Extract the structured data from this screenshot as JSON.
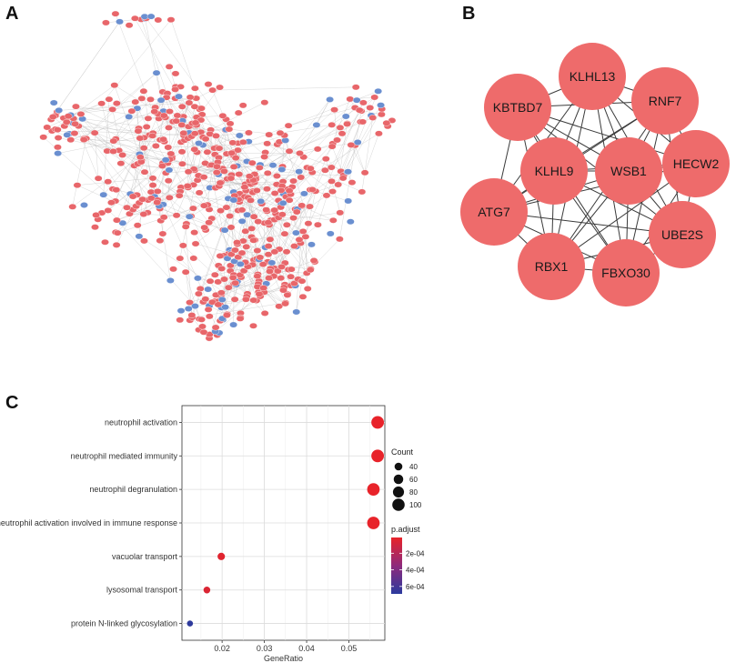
{
  "panels": {
    "a_label": "A",
    "b_label": "B",
    "c_label": "C"
  },
  "colors": {
    "up": "#e8666a",
    "down": "#6a8fd0",
    "hub": "#ee6b6b",
    "edge": "#b8b8b8",
    "hub_edge": "#3a3a3a",
    "padj_low": "#e8232a",
    "padj_high": "#2b3a9e"
  },
  "hub_network": {
    "genes": [
      "KLHL13",
      "RNF7",
      "KBTBD7",
      "HECW2",
      "WSB1",
      "KLHL9",
      "ATG7",
      "UBE2S",
      "RBX1",
      "FBXO30"
    ]
  },
  "chart_data": {
    "type": "scatter",
    "title": "",
    "xlabel": "GeneRatio",
    "ylabel": "",
    "xlim": [
      0.0105,
      0.0585
    ],
    "xticks": [
      0.02,
      0.03,
      0.04,
      0.05
    ],
    "xtick_labels": [
      "0.02",
      "0.03",
      "0.04",
      "0.05"
    ],
    "categories": [
      "neutrophil activation",
      "neutrophil mediated immunity",
      "neutrophil degranulation",
      "neutrophil activation involved in immune response",
      "vacuolar transport",
      "lysosomal transport",
      "protein N-linked glycosylation"
    ],
    "gene_ratio": [
      0.0568,
      0.0568,
      0.0558,
      0.0558,
      0.0198,
      0.0164,
      0.0124
    ],
    "count": [
      104,
      104,
      102,
      102,
      36,
      30,
      23
    ],
    "p_adjust": [
      1e-05,
      1e-05,
      1e-05,
      1e-05,
      4e-05,
      6e-05,
      0.00068
    ],
    "size_legend": {
      "title": "Count",
      "values": [
        40,
        60,
        80,
        100
      ],
      "labels": [
        "40",
        "60",
        "80",
        "100"
      ]
    },
    "color_legend": {
      "title": "p.adjust",
      "ticks": [
        0.0002,
        0.0004,
        0.0006
      ],
      "labels": [
        "2e-04",
        "4e-04",
        "6e-04"
      ],
      "range": [
        1e-05,
        0.00069
      ]
    },
    "grid": true,
    "legend_position": "right"
  }
}
